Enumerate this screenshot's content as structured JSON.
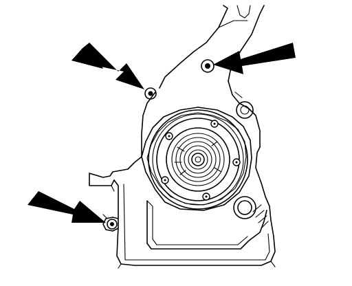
{
  "figure": {
    "components": [
      {
        "name": "engine-cover-outline",
        "kind": "casting outline"
      },
      {
        "name": "water-pump-housing",
        "kind": "housing"
      },
      {
        "name": "pump-hub",
        "kind": "pulley hub",
        "bolt_count": 5
      },
      {
        "name": "idler-boss",
        "kind": "boss"
      },
      {
        "name": "mounting-bolt-upper-left",
        "kind": "bolt"
      },
      {
        "name": "mounting-bolt-upper-right",
        "kind": "bolt"
      },
      {
        "name": "mounting-bolt-lower-left",
        "kind": "bolt"
      }
    ],
    "callout_arrows": 3,
    "colors": {
      "line": "#000000",
      "background": "#ffffff"
    }
  }
}
